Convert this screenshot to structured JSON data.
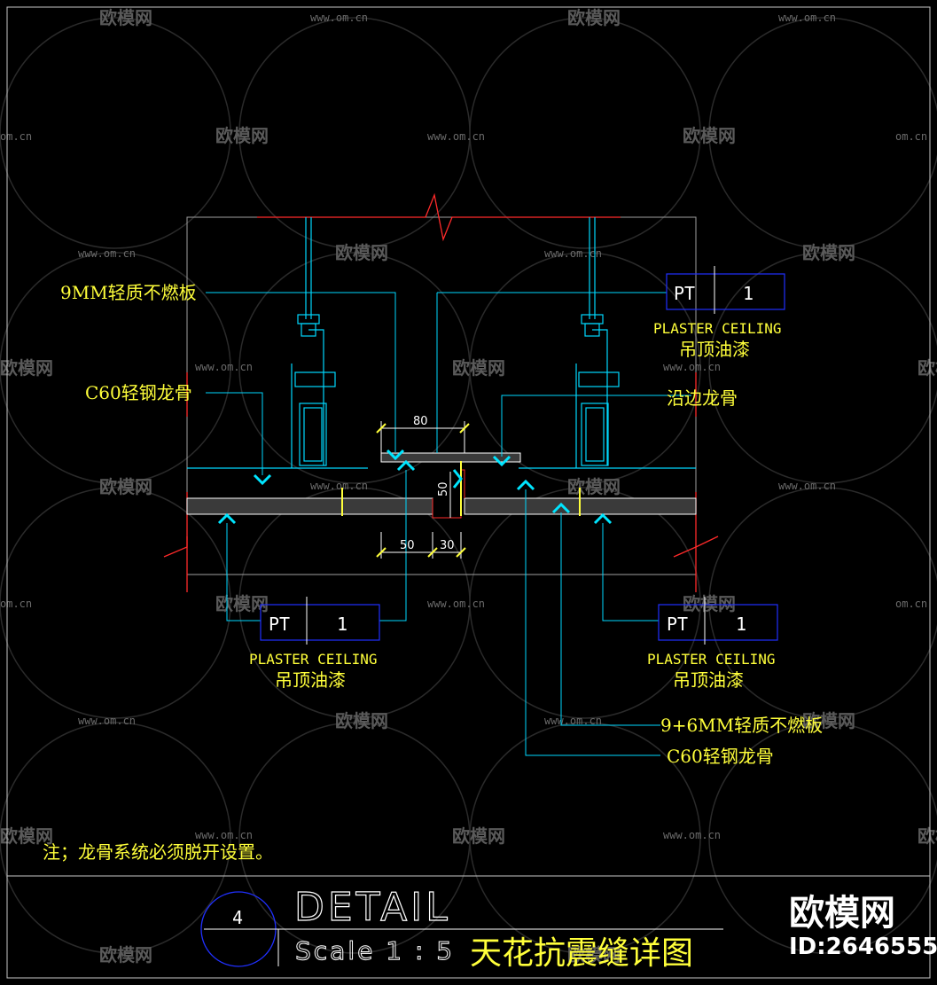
{
  "watermark": {
    "brand": "欧模网",
    "url": "www.om.cn",
    "url_short": "om.cn"
  },
  "callouts": {
    "board_9mm": "9MM轻质不燃板",
    "c60_left": "C60轻钢龙骨",
    "edge_keel": "沿边龙骨",
    "board_9_6mm": "9+6MM轻质不燃板",
    "c60_bottom": "C60轻钢龙骨"
  },
  "tags": [
    {
      "code": "PT",
      "num": "1",
      "en": "PLASTER CEILING",
      "cn": "吊顶油漆"
    },
    {
      "code": "PT",
      "num": "1",
      "en": "PLASTER CEILING",
      "cn": "吊顶油漆"
    },
    {
      "code": "PT",
      "num": "1",
      "en": "PLASTER CEILING",
      "cn": "吊顶油漆"
    }
  ],
  "dimensions": {
    "top": "80",
    "vertical": "50",
    "bottom_left": "50",
    "bottom_right": "30"
  },
  "note": "注；龙骨系统必须脱开设置。",
  "title_block": {
    "number": "4",
    "detail": "DETAIL",
    "scale": "Scale 1 : 5",
    "name": "天花抗震缝详图"
  },
  "brand": {
    "name": "欧模网",
    "id": "ID:2646555"
  },
  "colors": {
    "yellow": "#ffff3a",
    "cyan": "#00e5ff",
    "red": "#ff2a2a",
    "blue": "#2030ff",
    "white": "#ffffff"
  }
}
